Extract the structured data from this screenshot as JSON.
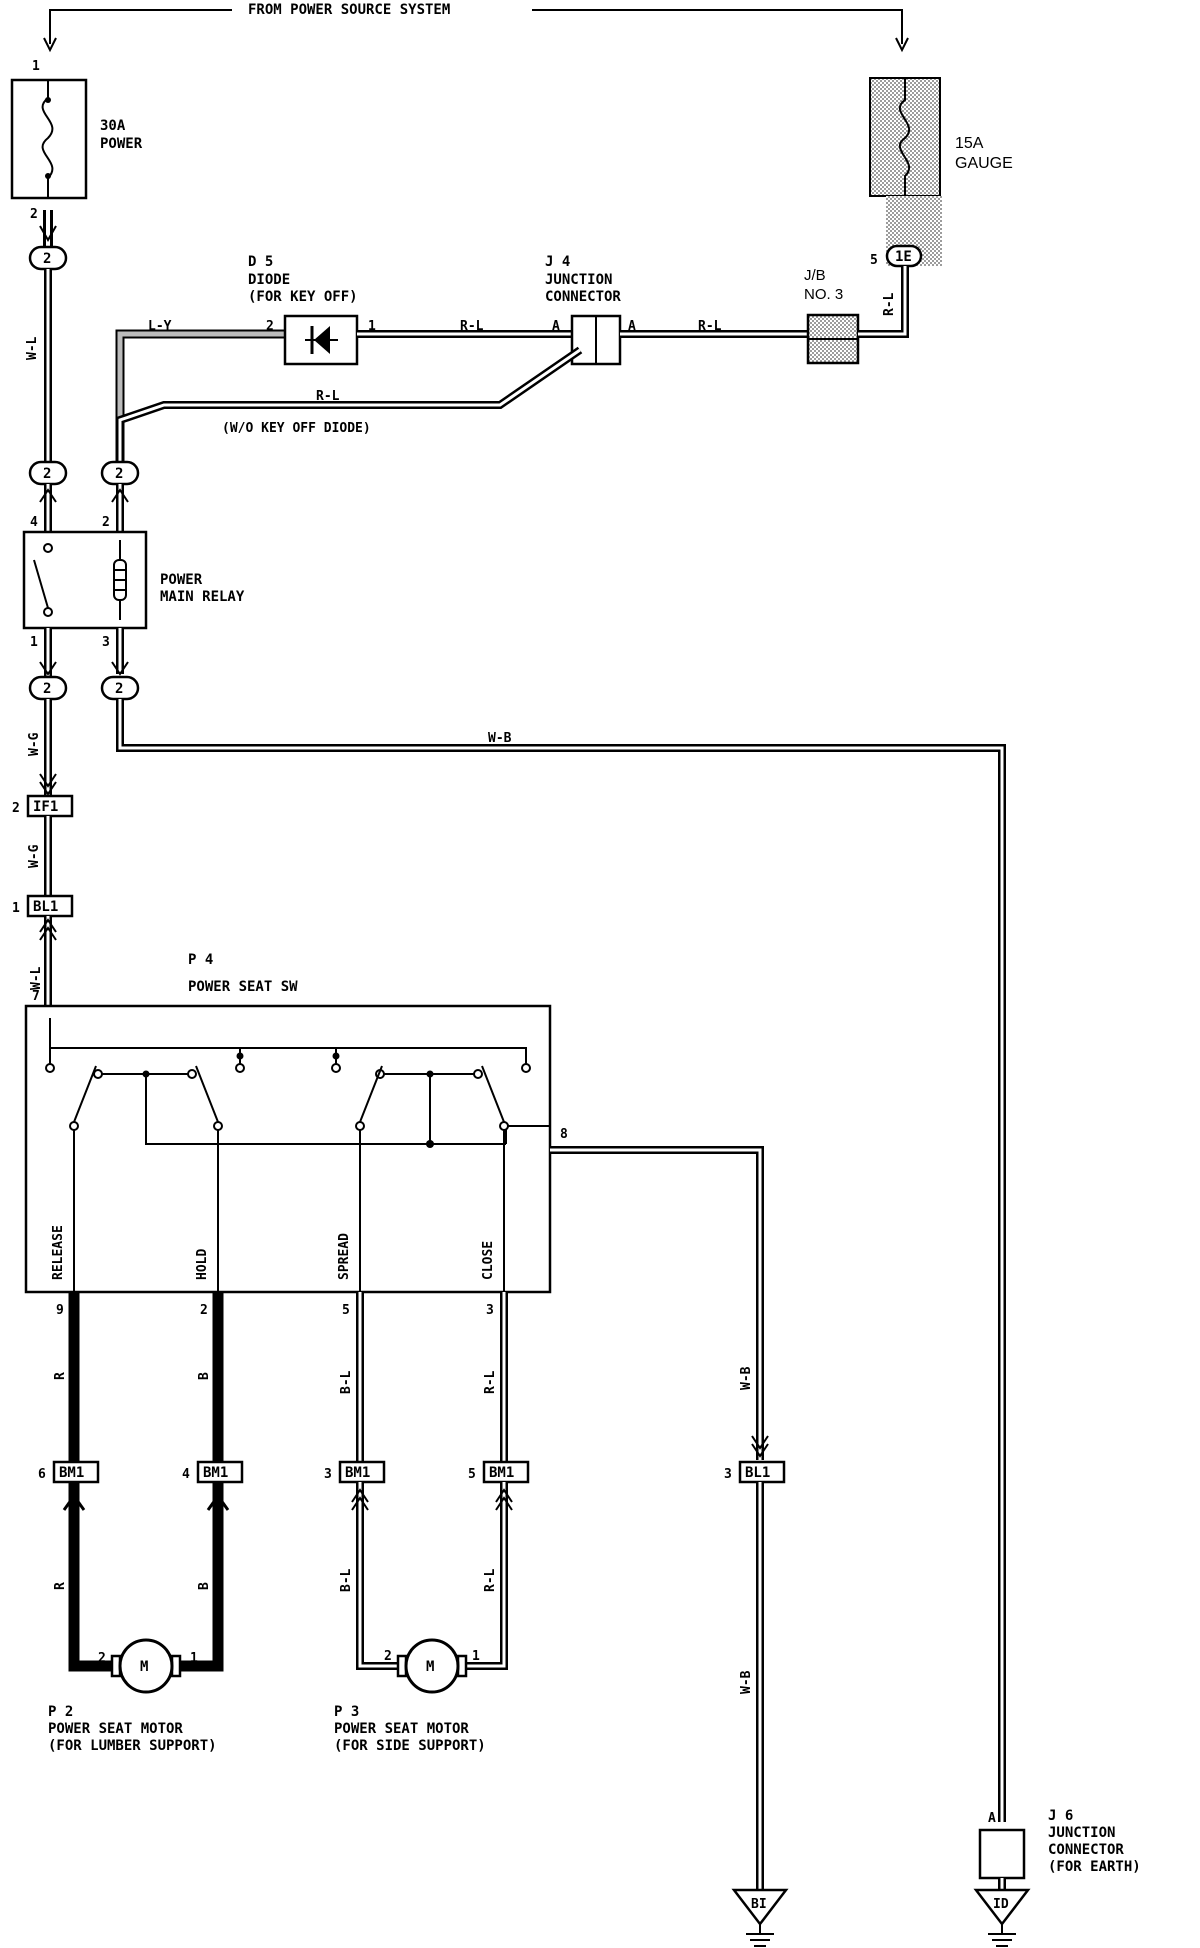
{
  "top_banner": "FROM POWER SOURCE SYSTEM",
  "fuse_power": {
    "pin_top": "1",
    "pin_bottom": "2",
    "rating": "30A",
    "name": "POWER"
  },
  "fuse_gauge": {
    "rating": "15A",
    "name": "GAUGE",
    "pin": "5",
    "conn": "1E"
  },
  "jb3": {
    "line1": "J/B",
    "line2": "NO. 3"
  },
  "diode": {
    "code": "D 5",
    "name": "DIODE",
    "note": "(FOR KEY OFF)",
    "pin_left": "2",
    "pin_right": "1"
  },
  "junction_j4": {
    "code": "J 4",
    "line1": "JUNCTION",
    "line2": "CONNECTOR",
    "pin_a1": "A",
    "pin_a2": "A"
  },
  "wires": {
    "wl": "W-L",
    "ly": "L-Y",
    "rl": "R-L",
    "wg": "W-G",
    "wb": "W-B",
    "r": "R",
    "b": "B",
    "bl": "B-L",
    "no_diode": "(W/O KEY OFF DIODE)"
  },
  "conn_2": "2",
  "relay": {
    "line1": "POWER",
    "line2": "MAIN RELAY",
    "pin4": "4",
    "pin2": "2",
    "pin1": "1",
    "pin3": "3"
  },
  "if1": {
    "pin": "2",
    "name": "IF1"
  },
  "bl1_top": {
    "pin": "1",
    "name": "BL1"
  },
  "switch": {
    "code": "P 4",
    "name": "POWER SEAT SW",
    "pin7": "7",
    "pin8": "8",
    "labels": [
      "RELEASE",
      "HOLD",
      "SPREAD",
      "CLOSE"
    ],
    "pins": [
      "9",
      "2",
      "5",
      "3"
    ]
  },
  "bm1": {
    "name": "BM1",
    "pins": [
      "6",
      "4",
      "3",
      "5"
    ]
  },
  "bl1_bottom": {
    "pin": "3",
    "name": "BL1"
  },
  "motor_p2": {
    "code": "P 2",
    "line1": "POWER SEAT MOTOR",
    "line2": "(FOR LUMBER SUPPORT)",
    "pin_left": "2",
    "pin_right": "1",
    "label": "M"
  },
  "motor_p3": {
    "code": "P 3",
    "line1": "POWER SEAT MOTOR",
    "line2": "(FOR SIDE SUPPORT)",
    "pin_left": "2",
    "pin_right": "1",
    "label": "M"
  },
  "junction_j6": {
    "code": "J 6",
    "line1": "JUNCTION",
    "line2": "CONNECTOR",
    "line3": "(FOR EARTH)",
    "pin": "A"
  },
  "grounds": {
    "g1": "BI",
    "g2": "ID"
  }
}
